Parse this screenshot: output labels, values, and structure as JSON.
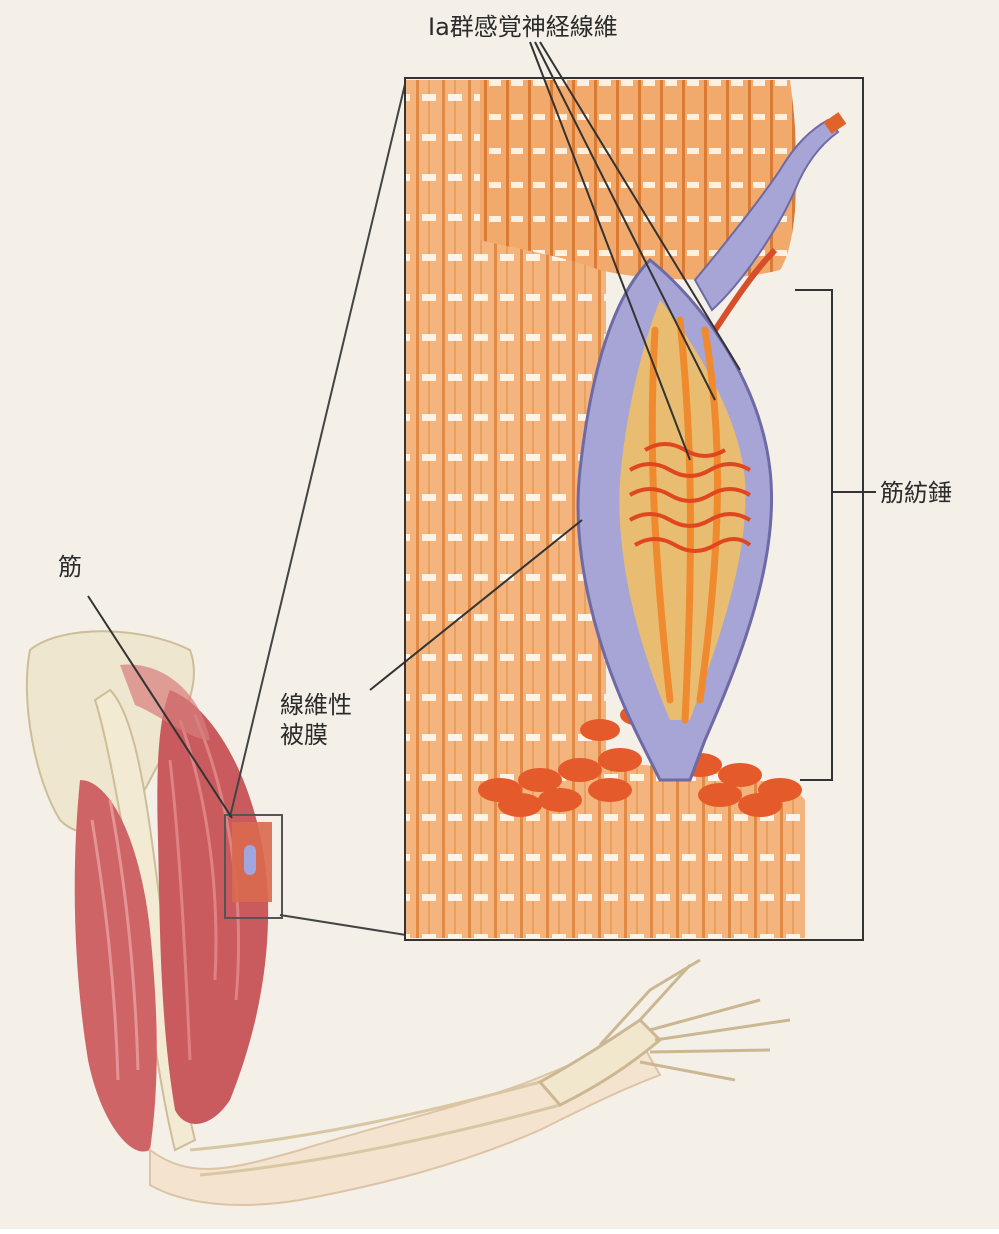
{
  "labels": {
    "ia_fiber": "Ⅰa群感覚神経線維",
    "muscle_spindle": "筋紡錘",
    "muscle": "筋",
    "capsule_line1": "線維性",
    "capsule_line2": "被膜"
  },
  "colors": {
    "paper": "#f3efe6",
    "muscle_fiber": "#f0b27a",
    "muscle_red": "#c85a5a",
    "capsule": "#a9a6d8",
    "nerve": "#d9542a",
    "bone": "#efe6cf",
    "line": "#333333"
  }
}
